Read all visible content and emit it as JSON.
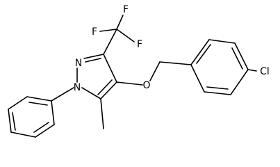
{
  "molecule": {
    "atoms": {
      "f_top": "F",
      "f_left": "F",
      "f_right": "F",
      "n_upper": "N",
      "n_lower": "N",
      "o_ether": "O",
      "cl": "Cl"
    }
  }
}
